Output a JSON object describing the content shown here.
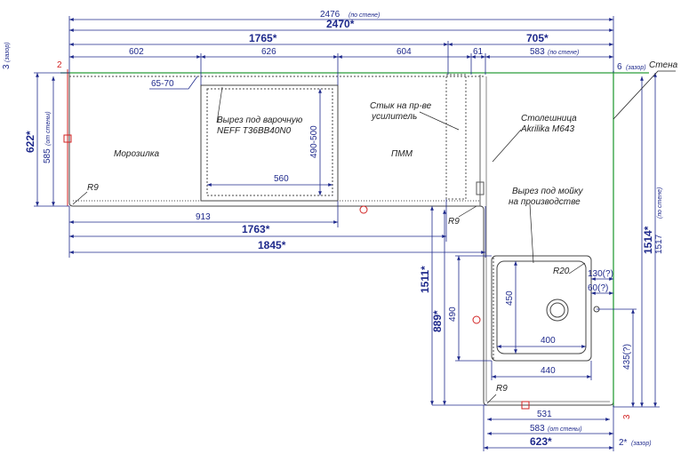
{
  "colors": {
    "outline": "#444444",
    "dimension": "#1f2a8c",
    "wall": "#2a9d3a",
    "marker": "#d22222",
    "label": "#222222"
  },
  "dims": {
    "d2476": "2476",
    "d2470": "2470*",
    "d1765": "1765*",
    "d705": "705*",
    "d602": "602",
    "d626": "626",
    "d604": "604",
    "d61": "61",
    "d583top": "583",
    "d6": "6",
    "d3": "3",
    "d2red": "2",
    "d65_70": "65-70",
    "d622": "622*",
    "d585": "585",
    "d490_500": "490-500",
    "d560": "560",
    "d913": "913",
    "d1763": "1763*",
    "d1845": "1845*",
    "d1511": "1511*",
    "d889": "889*",
    "d490": "490",
    "d450": "450",
    "d400": "400",
    "d440": "440",
    "d130": "130(?)",
    "d60": "60(?)",
    "d435": "435(?)",
    "d1514": "1514*",
    "d1517": "1517",
    "d531": "531",
    "d583bot": "583",
    "d623": "623*",
    "d2gap": "2*",
    "d3red": "3"
  },
  "notes": {
    "po_stene": "(по стене)",
    "ot_steny": "(от стены)",
    "zazor": "(зазор)"
  },
  "labels": {
    "stena": "Стена",
    "morozilka": "Морозилка",
    "pmm": "ПММ",
    "hob_cut_1": "Вырез под варочную",
    "hob_cut_2": "NEFF  T36BB40N0",
    "joint_1": "Стык на пр-ве",
    "joint_2": "усилитель",
    "worktop_1": "Столешница",
    "worktop_2": "Akrilika M643",
    "sink_cut_1": "Вырез под мойку",
    "sink_cut_2": "на производстве",
    "r9_top": "R9",
    "r9_mid": "R9",
    "r9_bot": "R9",
    "r20": "R20"
  }
}
